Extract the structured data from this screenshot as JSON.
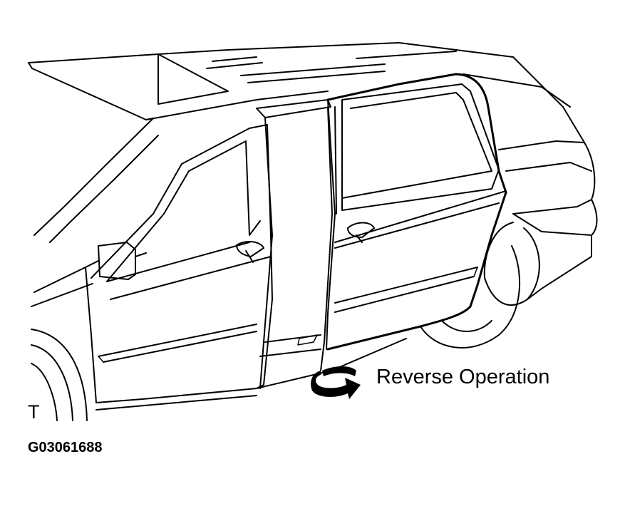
{
  "labels": {
    "arrow_label": "Reverse Operation",
    "corner_mark": "T",
    "figure_code": "G03061688"
  },
  "icons": {
    "rotation_arrow": "reverse-rotation-arrow-icon"
  },
  "colors": {
    "line": "#000000",
    "background": "#ffffff"
  }
}
